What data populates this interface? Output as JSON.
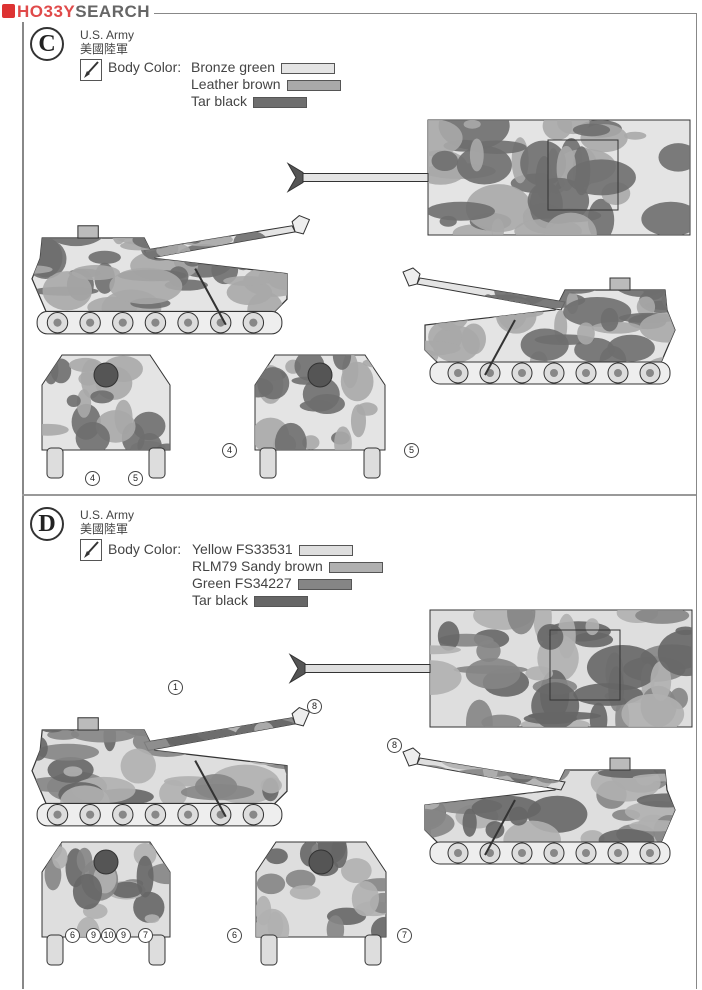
{
  "logo": {
    "hobby": "HO33Y",
    "search": "SEARCH"
  },
  "schemes": [
    {
      "letter": "C",
      "army_en": "U.S. Army",
      "army_zh": "美國陸軍",
      "body_color_label": "Body Color:",
      "colors": [
        {
          "name": "Bronze  green",
          "hex": "#e4e4e4"
        },
        {
          "name": "Leather  brown",
          "hex": "#a9a9a9"
        },
        {
          "name": "Tar  black",
          "hex": "#6e6e6e"
        }
      ],
      "callouts": [
        "4",
        "5",
        "4",
        "5"
      ]
    },
    {
      "letter": "D",
      "army_en": "U.S. Army",
      "army_zh": "美國陸軍",
      "body_color_label": "Body Color:",
      "colors": [
        {
          "name": "Yellow  FS33531",
          "hex": "#dedede"
        },
        {
          "name": "RLM79 Sandy brown",
          "hex": "#b0b0b0"
        },
        {
          "name": "Green  FS34227",
          "hex": "#858585"
        },
        {
          "name": "Tar  black",
          "hex": "#666666"
        }
      ],
      "callouts": [
        "1",
        "8",
        "8",
        "6",
        "9",
        "10",
        "9",
        "7",
        "6",
        "7"
      ]
    }
  ]
}
